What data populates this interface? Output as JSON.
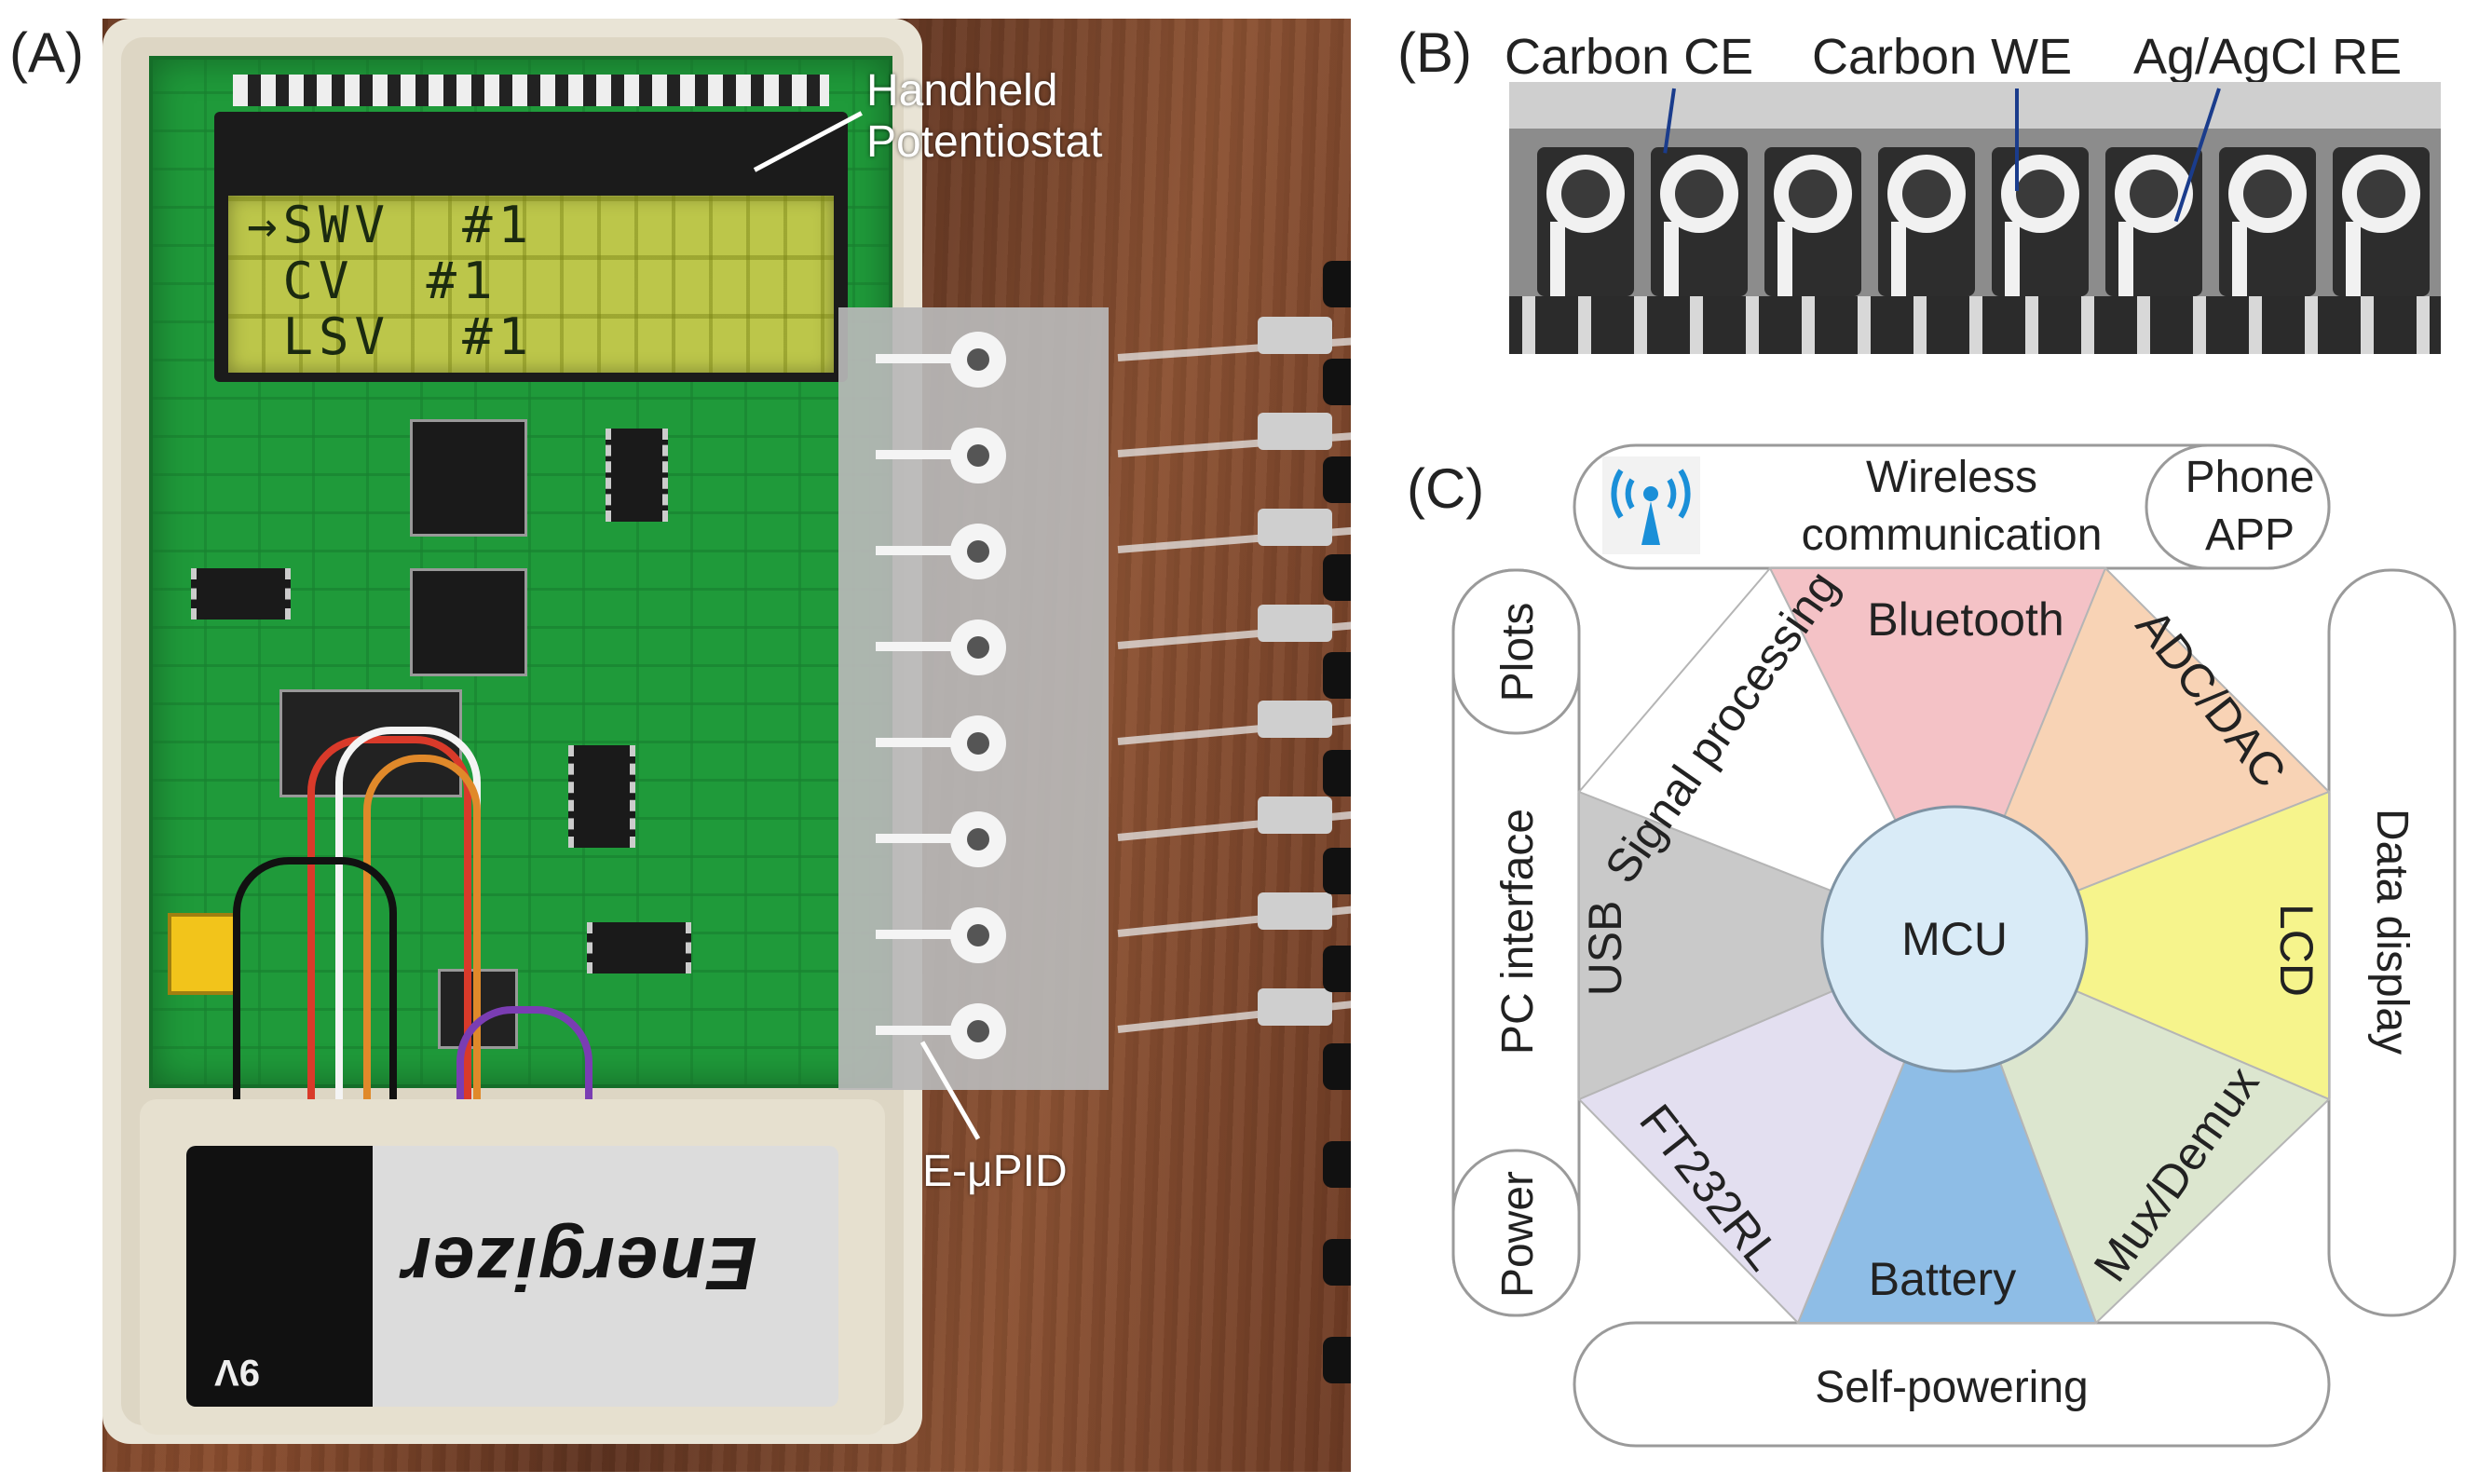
{
  "panels": {
    "a": {
      "label": "(A)",
      "lcd_lines": [
        "→SWV  #1",
        " CV  #1",
        " LSV  #1"
      ],
      "annotation_device": [
        "Handheld",
        "Potentiostat"
      ],
      "annotation_chip": "E-μPID",
      "battery_brand": "Energizer",
      "battery_voltage": "9V"
    },
    "b": {
      "label": "(B)",
      "electrode_labels": [
        "Carbon CE",
        "Carbon WE",
        "Ag/AgCl RE"
      ]
    },
    "c": {
      "label": "(C)",
      "center": "MCU",
      "segments": [
        "Bluetooth",
        "ADC/DAC",
        "LCD",
        "Mux/Demux",
        "Battery",
        "FT232RL",
        "USB",
        "Signal processing"
      ],
      "top_bar": {
        "main": [
          "Wireless",
          "communication"
        ],
        "side": [
          "Phone",
          "APP"
        ]
      },
      "left_bar": {
        "top": "Plots",
        "middle": "PC interface",
        "bottom": "Power"
      },
      "right_bar": "Data display",
      "bottom_bar": "Self-powering",
      "icon": "wifi-antenna-icon",
      "colors": {
        "bluetooth": "#f4c2c6",
        "adc_dac": "#f8d3b5",
        "lcd": "#f6f48c",
        "mux_demux": "#dce6cf",
        "battery": "#8ebde6",
        "ft232rl": "#e3dff0",
        "usb": "#c9c9c9",
        "signal": "#ffffff",
        "mcu": "#d9ebf7",
        "wifi": "#1a8fd8"
      }
    }
  }
}
